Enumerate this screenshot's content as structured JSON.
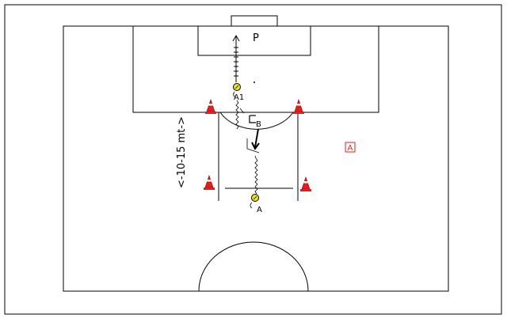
{
  "labels": {
    "goalkeeper": "P",
    "player_a1": "A1",
    "player_b": "B",
    "player_a": "A",
    "distance": "<-10-15 mt->",
    "legend_marker": "A"
  },
  "colors": {
    "player_fill": "#f0e41e",
    "cone_red": "#e02020",
    "legend_red": "#e02020",
    "line": "#000000"
  }
}
